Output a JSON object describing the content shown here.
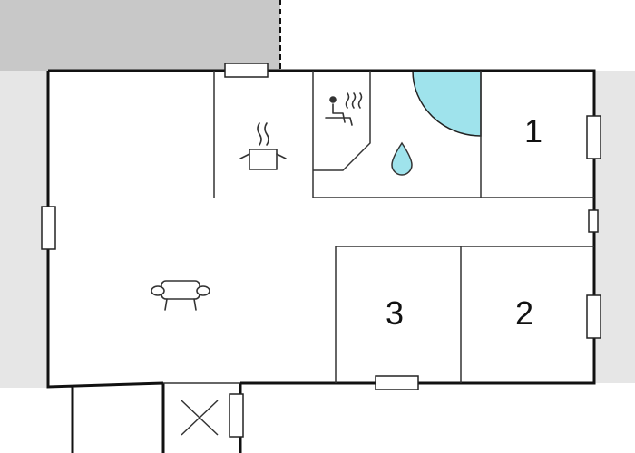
{
  "floorplan": {
    "rooms": [
      {
        "label": "1"
      },
      {
        "label": "2"
      },
      {
        "label": "3"
      }
    ],
    "icons": [
      "sauna-icon",
      "cooking-pot-icon",
      "water-drop-icon",
      "sofa-icon",
      "shower-icon",
      "chimney-icon"
    ],
    "colors": {
      "outside": "#e6e6e6",
      "terrace": "#c8c8c8",
      "water": "#9fe3ec",
      "wall": "#111111",
      "floor": "#ffffff"
    }
  }
}
